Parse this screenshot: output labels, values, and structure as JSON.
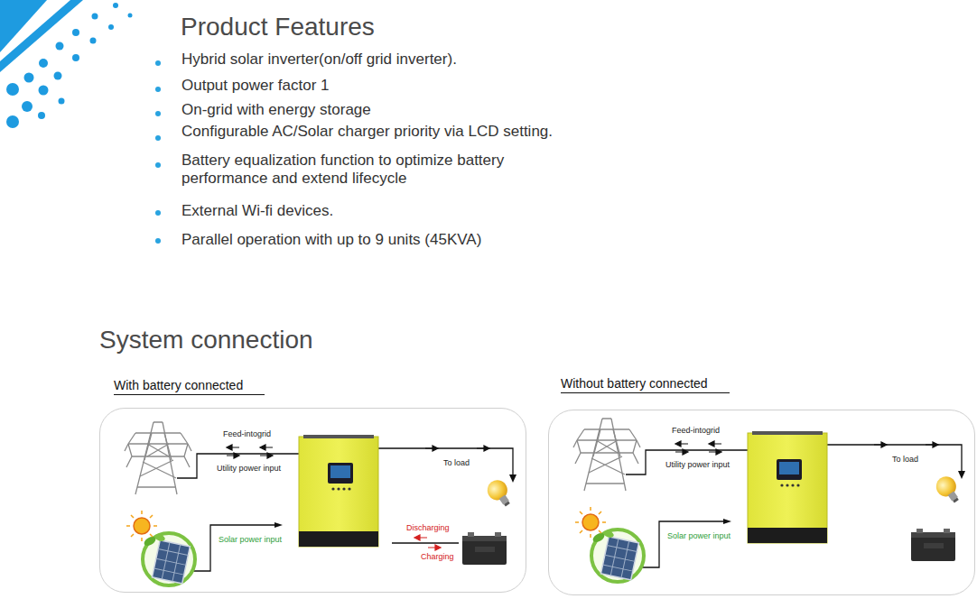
{
  "diagram": {
    "title": "Product Features",
    "nodes": [
      {
        "text": [
          "With battery connected"
        ]
      },
      {
        "text": [
          "Without battery connected"
        ]
      }
    ],
    "labels": [
      "Hybrid solar inverter(on/off grid inverter).",
      "Output power factor 1",
      "On-grid with energy storage",
      "Configurable AC/Solar charger priority via LCD setting.",
      "Battery equalization function to optimize battery performance and extend lifecycle",
      "External Wi-fi devices.",
      "Parallel operation with up to 9 units (45KVA)",
      "System connection",
      "Feed-intogrid",
      "Utility power input",
      "To load",
      "Solar power input",
      "Discharging",
      "Charging",
      "Feed-intogrid",
      "Utility power input",
      "To load",
      "Solar power input"
    ]
  }
}
